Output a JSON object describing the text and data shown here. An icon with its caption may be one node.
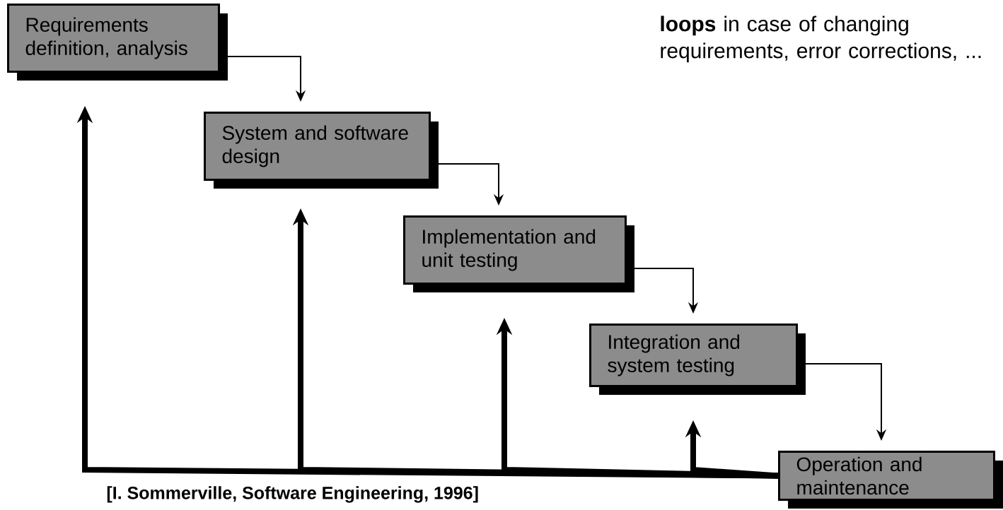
{
  "diagram": {
    "nodes": [
      {
        "text": [
          "Requirements definition, analysis"
        ]
      },
      {
        "text": [
          "System and software design"
        ]
      },
      {
        "text": [
          "Implementation and unit testing"
        ]
      },
      {
        "text": [
          "Integration and system testing"
        ]
      },
      {
        "text": [
          "Operation and maintenance"
        ]
      }
    ],
    "edges": [
      {
        "from": 0,
        "to": 1,
        "arrow": "to"
      },
      {
        "from": 1,
        "to": 2,
        "arrow": "to"
      },
      {
        "from": 2,
        "to": 3,
        "arrow": "to"
      },
      {
        "from": 3,
        "to": 4,
        "arrow": "to"
      },
      {
        "from": 4,
        "to": 0,
        "arrow": "to",
        "style": "thick"
      },
      {
        "from": 4,
        "to": 1,
        "arrow": "to",
        "style": "thick"
      },
      {
        "from": 4,
        "to": 2,
        "arrow": "to",
        "style": "thick"
      },
      {
        "from": 4,
        "to": 3,
        "arrow": "to",
        "style": "thick"
      }
    ],
    "labels": [
      "**loops** in case of changing requirements, error corrections, ...",
      "[I. Sommerville, Software Engineering, 1996]"
    ]
  }
}
